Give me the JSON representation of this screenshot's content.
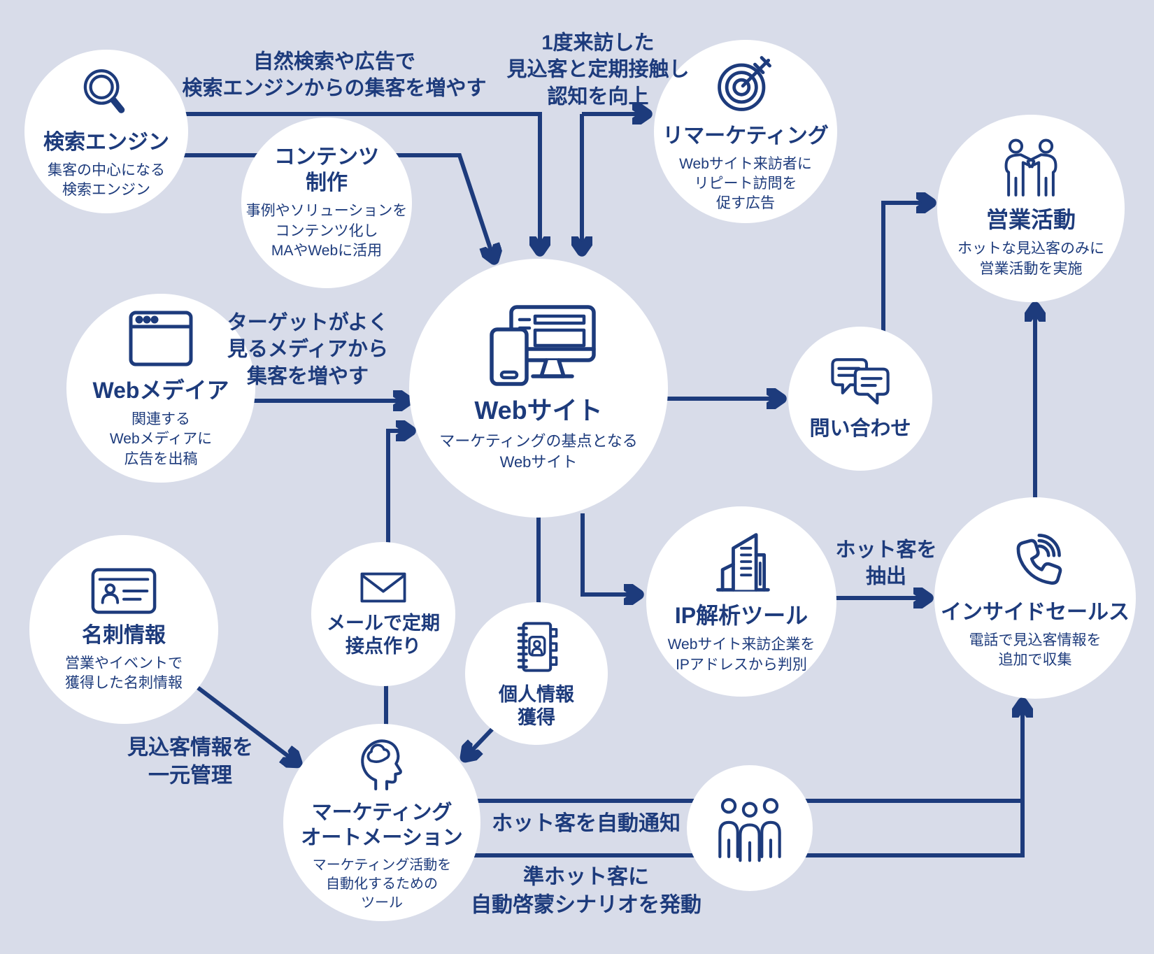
{
  "colors": {
    "background": "#d8dce9",
    "navy": "#1d3b7c",
    "node": "#ffffff"
  },
  "nodes": {
    "search_engine": {
      "icon": "search-icon",
      "title": "検索エンジン",
      "subtitle": "集客の中心になる\n検索エンジン"
    },
    "content_production": {
      "title": "コンテンツ\n制作",
      "subtitle": "事例やソリューションを\nコンテンツ化し\nMAやWebに活用"
    },
    "remarketing": {
      "icon": "target-icon",
      "title": "リマーケティング",
      "subtitle": "Webサイト来訪者に\nリピート訪問を\n促す広告"
    },
    "sales_activity": {
      "icon": "handshake-icon",
      "title": "営業活動",
      "subtitle": "ホットな見込客のみに\n営業活動を実施"
    },
    "web_media": {
      "icon": "browser-icon",
      "title": "Webメデイア",
      "subtitle": "関連する\nWebメディアに\n広告を出稿"
    },
    "website": {
      "icon": "devices-icon",
      "title": "Webサイト",
      "subtitle": "マーケティングの基点となる\nWebサイト"
    },
    "inquiry": {
      "icon": "chat-icon",
      "title": "問い合わせ"
    },
    "ip_tool": {
      "icon": "building-icon",
      "title": "IP解析ツール",
      "subtitle": "Webサイト来訪企業を\nIPアドレスから判別"
    },
    "inside_sales": {
      "icon": "phone-icon",
      "title": "インサイドセールス",
      "subtitle": "電話で見込客情報を\n追加で収集"
    },
    "business_card": {
      "icon": "card-icon",
      "title": "名刺情報",
      "subtitle": "営業やイベントで\n獲得した名刺情報"
    },
    "email": {
      "icon": "mail-icon",
      "title": "メールで定期\n接点作り"
    },
    "personal_info": {
      "icon": "notebook-icon",
      "title": "個人情報\n獲得"
    },
    "marketing_automation": {
      "icon": "head-icon",
      "title": "マーケティング\nオートメーション",
      "subtitle": "マーケティング活動を\n自動化するための\nツール"
    },
    "hot_leads": {
      "icon": "people-icon"
    }
  },
  "labels": {
    "organic_search": "自然検索や広告で\n検索エンジンからの集客を増やす",
    "revisit": "1度来訪した\n見込客と定期接触し\n認知を向上",
    "target_media": "ターゲットがよく\n見るメディアから\n集客を増やす",
    "hot_extract": "ホット客を\n抽出",
    "lead_manage": "見込客情報を\n一元管理",
    "hot_notify": "ホット客を自動通知",
    "semi_hot": "準ホット客に\n自動啓蒙シナリオを発動"
  }
}
